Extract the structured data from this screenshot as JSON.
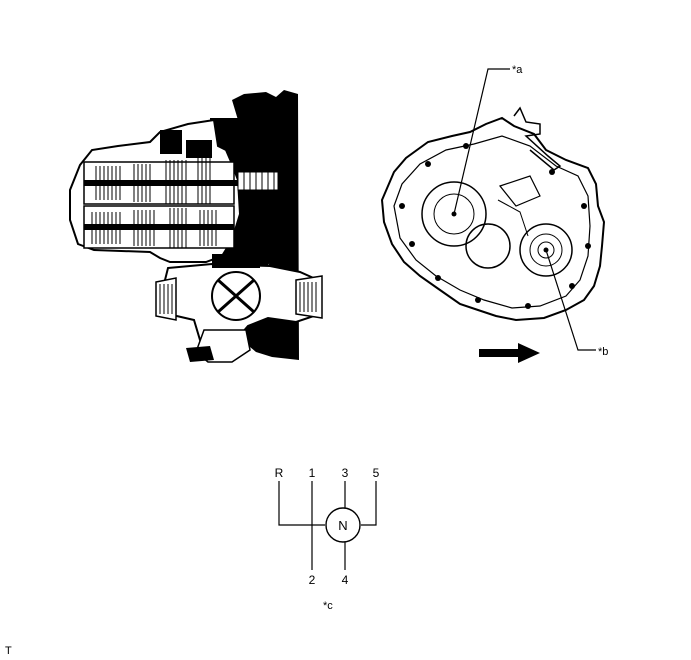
{
  "callouts": {
    "a": "*a",
    "b": "*b",
    "c": "*c"
  },
  "shift_pattern": {
    "top": [
      "R",
      "1",
      "3",
      "5"
    ],
    "bottom": [
      "2",
      "4"
    ],
    "center": "N"
  },
  "corner_mark": "T",
  "colors": {
    "ink": "#000000",
    "background": "#ffffff"
  }
}
